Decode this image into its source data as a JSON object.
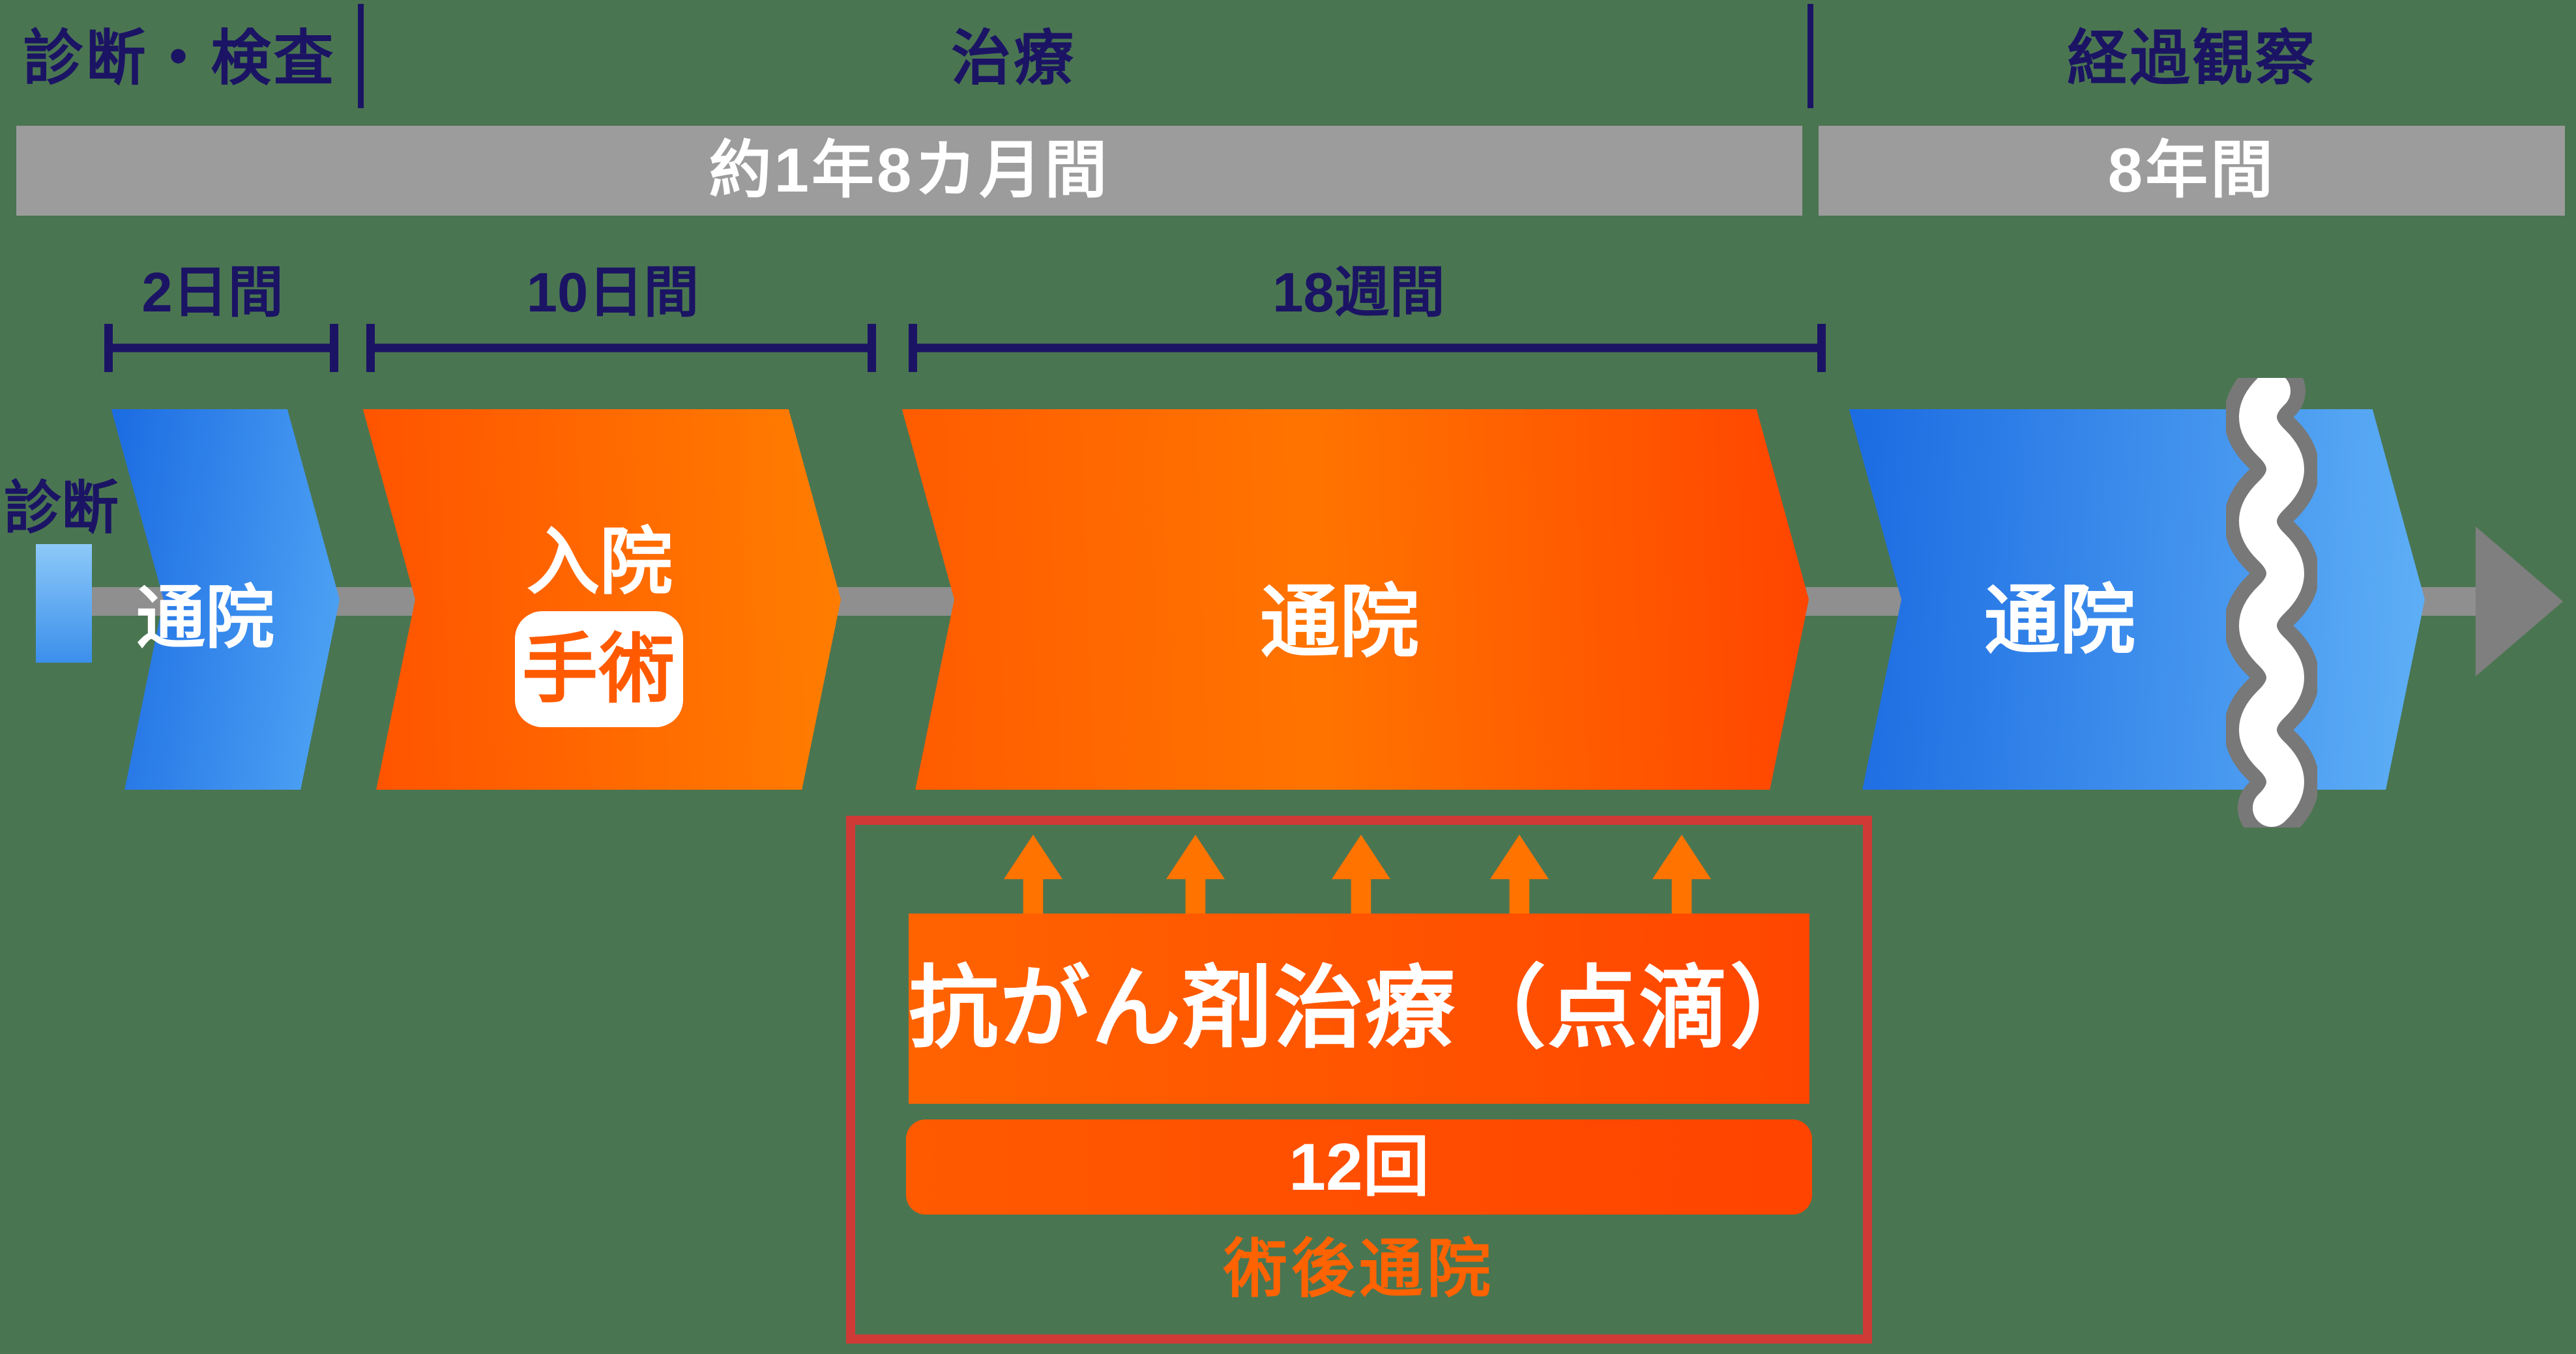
{
  "colors": {
    "background": "#4a7551",
    "navy": "#1b1464",
    "gray_bar": "#9c9c9c",
    "gray_arrow": "#8f8f8f",
    "blue_start": "#1b6be2",
    "blue_end": "#52a7f5",
    "orange_start": "#ff5400",
    "orange_end": "#ff7d00",
    "red_border": "#cf3a36",
    "white": "#ffffff"
  },
  "phases": {
    "diagnosis": "診断・検査",
    "treatment": "治療",
    "followup": "経過観察"
  },
  "duration_bars": {
    "treatment_period": "約1年8カ月間",
    "followup_period": "8年間"
  },
  "brackets": {
    "b1": "2日間",
    "b2": "10日間",
    "b3": "18週間"
  },
  "timeline": {
    "start_label": "診断",
    "step1": "通院",
    "step2": "入院",
    "step2_badge": "手術",
    "step3": "通院",
    "step4": "通院"
  },
  "treatment_box": {
    "title": "抗がん剤治療（点滴）",
    "count": "12回",
    "caption": "術後通院"
  }
}
